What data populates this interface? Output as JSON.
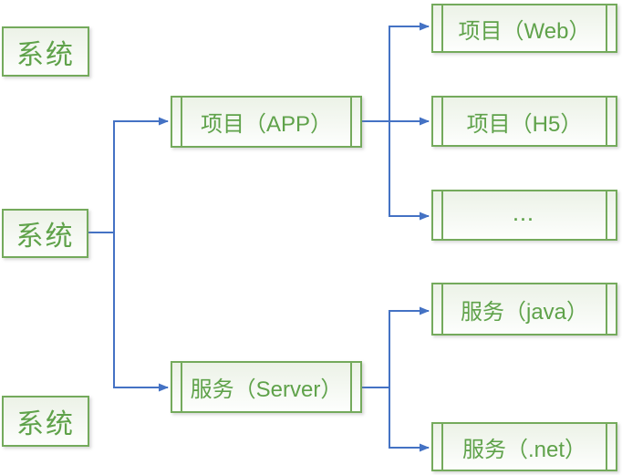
{
  "diagram": {
    "title": "system-project-service-hierarchy",
    "colors": {
      "node_border": "#74aa5c",
      "node_text": "#5fa24a",
      "connector": "#4472c4",
      "node_fill_top": "#ecf2e7",
      "node_fill_bottom": "#fdfefd"
    },
    "nodes": {
      "system_top": {
        "label": "系统"
      },
      "system_mid": {
        "label": "系统"
      },
      "system_bottom": {
        "label": "系统"
      },
      "project_app": {
        "label": "项目（APP）"
      },
      "server": {
        "label": "服务（Server）"
      },
      "project_web": {
        "label": "项目（Web）"
      },
      "project_h5": {
        "label": "项目（H5）"
      },
      "more": {
        "label": "..."
      },
      "service_java": {
        "label": "服务（java）"
      },
      "service_net": {
        "label": "服务（.net）"
      }
    },
    "edges": [
      {
        "from": "system_mid",
        "to": "project_app"
      },
      {
        "from": "system_mid",
        "to": "server"
      },
      {
        "from": "project_app",
        "to": "project_web"
      },
      {
        "from": "project_app",
        "to": "project_h5"
      },
      {
        "from": "project_app",
        "to": "more"
      },
      {
        "from": "server",
        "to": "service_java"
      },
      {
        "from": "server",
        "to": "service_net"
      }
    ]
  }
}
